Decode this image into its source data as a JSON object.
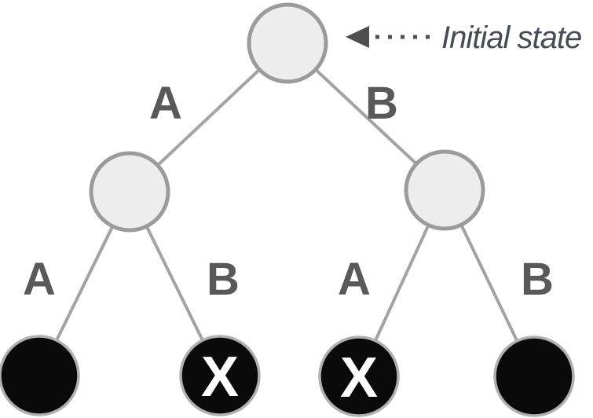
{
  "diagram": {
    "title": "binary-decision-tree",
    "annotation": {
      "label": "Initial state",
      "arrow_icon": "left-triangle-arrow",
      "line_style": "dotted"
    },
    "edge_labels": {
      "root_left": "A",
      "root_right": "B",
      "left_to_aa": "A",
      "left_to_ab": "B",
      "right_to_ba": "A",
      "right_to_bb": "B"
    },
    "nodes": {
      "root": {
        "type": "open-state",
        "depth": 0
      },
      "left_child": {
        "type": "open-state",
        "depth": 1
      },
      "right_child": {
        "type": "open-state",
        "depth": 1
      },
      "leaf_aa": {
        "type": "terminal",
        "depth": 2
      },
      "leaf_ab": {
        "type": "terminal-marked",
        "depth": 2,
        "x_mark": "X"
      },
      "leaf_ba": {
        "type": "terminal-marked",
        "depth": 2,
        "x_mark": "X"
      },
      "leaf_bb": {
        "type": "terminal",
        "depth": 2
      }
    },
    "colors": {
      "background": "#ffffff",
      "open_node_fill": "#ededed",
      "open_node_stroke": "#9b9b9b",
      "terminal_node_fill": "#0a0a0a",
      "terminal_node_stroke": "#b0b0b0",
      "edge_stroke": "#a3a3a3",
      "edge_label_color": "#595959",
      "annotation_text_color": "#464b54",
      "annotation_arrow_color": "#4f4f4f",
      "x_mark_color": "#ffffff"
    }
  }
}
